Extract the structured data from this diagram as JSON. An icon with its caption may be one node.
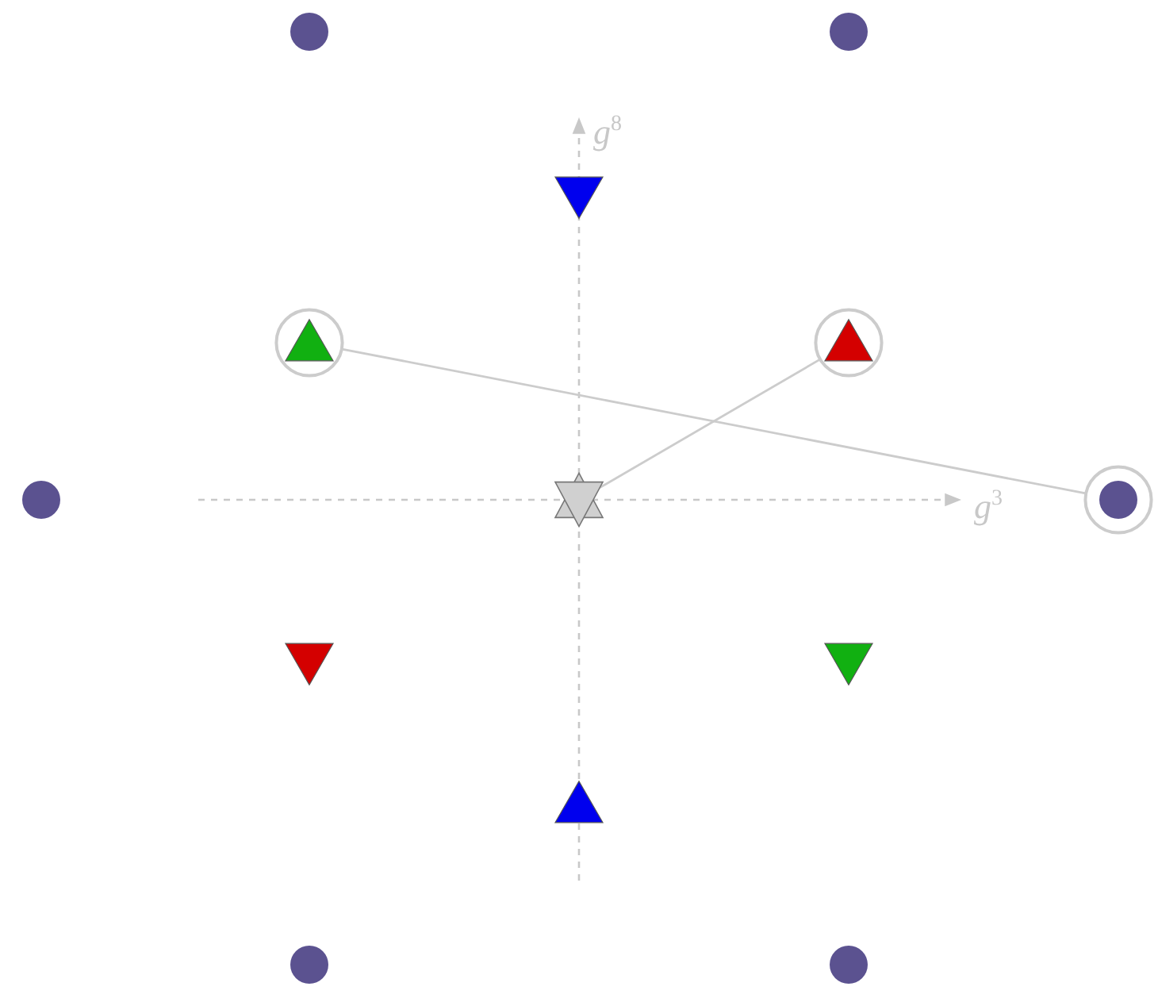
{
  "diagram": {
    "nodes": [
      {
        "text": [],
        "shape": "circle"
      },
      {
        "text": [],
        "shape": "circle"
      },
      {
        "text": [],
        "shape": "triangle-down"
      },
      {
        "text": [],
        "shape": "triangle"
      },
      {
        "text": [],
        "shape": "triangle"
      },
      {
        "text": [],
        "shape": "circle"
      },
      {
        "text": [],
        "shape": "star"
      },
      {
        "text": [],
        "shape": "circle"
      },
      {
        "text": [],
        "shape": "triangle-down"
      },
      {
        "text": [],
        "shape": "triangle-down"
      },
      {
        "text": [],
        "shape": "triangle"
      },
      {
        "text": [],
        "shape": "circle"
      },
      {
        "text": [],
        "shape": "circle"
      }
    ],
    "edges": [
      {
        "from": 3,
        "to": 7,
        "arrow": "none"
      },
      {
        "from": 4,
        "to": 6,
        "arrow": "none"
      }
    ],
    "labels": [
      "g$^{8}$",
      "g$^{3}$"
    ]
  }
}
